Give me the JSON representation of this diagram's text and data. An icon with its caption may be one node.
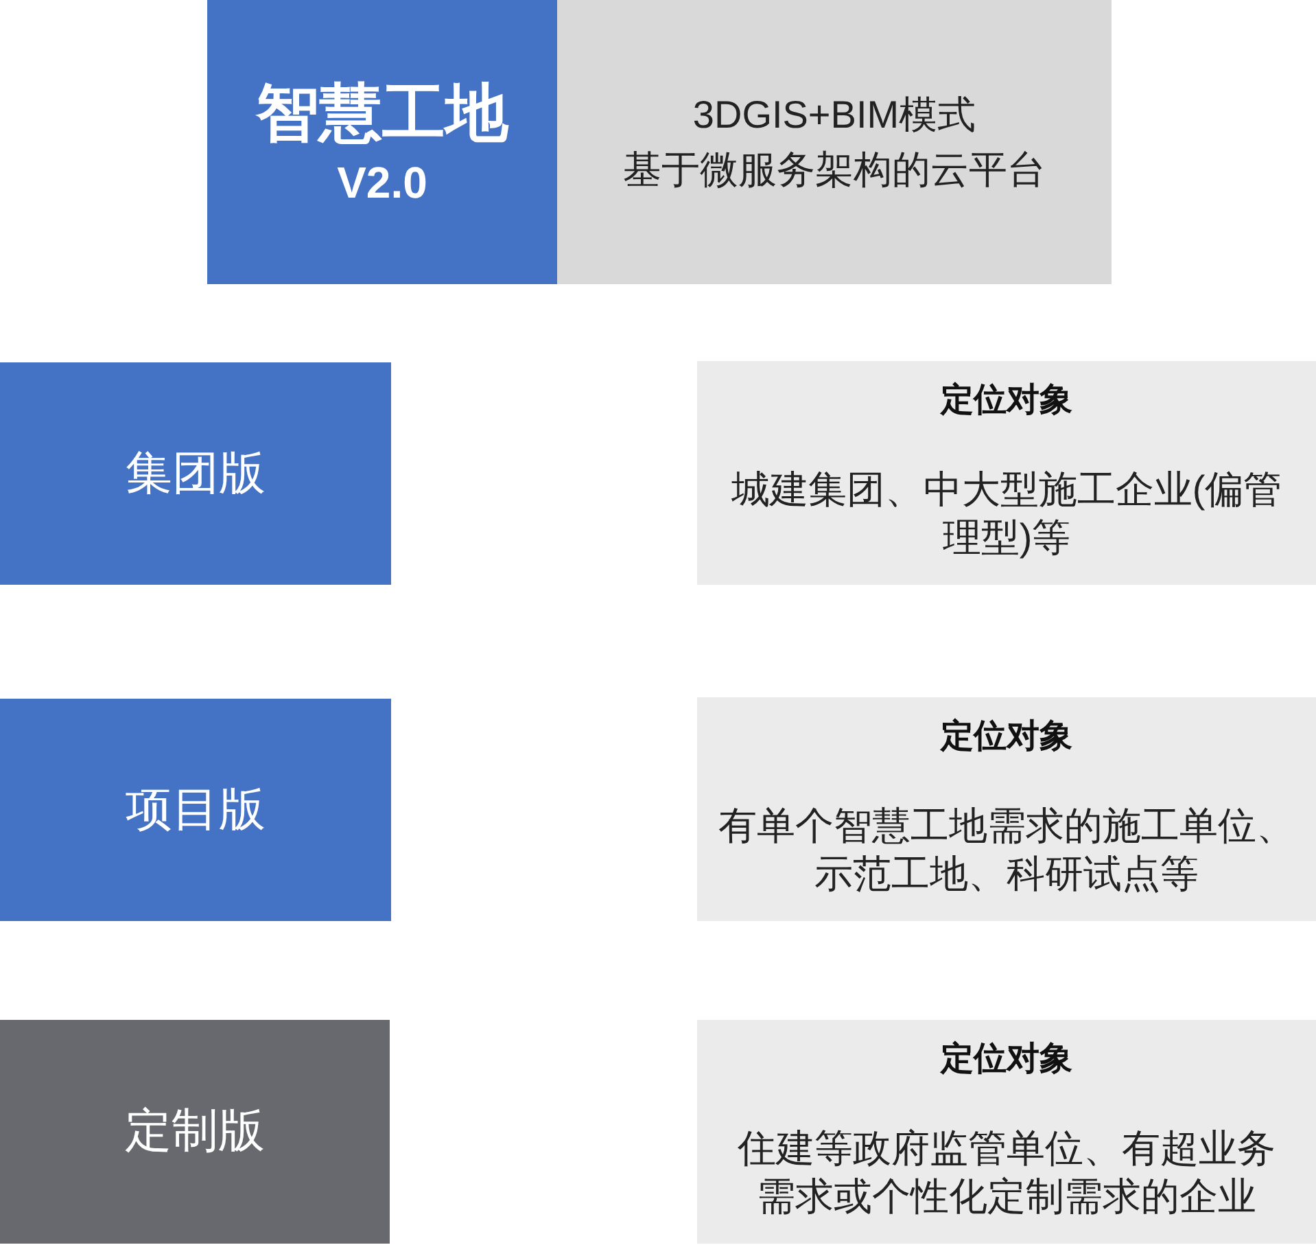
{
  "diagram": {
    "nodes": [
      {
        "text": [
          "智慧工地",
          "V2.0"
        ]
      },
      {
        "text": [
          "3DGIS+BIM模式",
          "基于微服务架构的云平台"
        ]
      },
      {
        "text": [
          "集团版"
        ]
      },
      {
        "text": [
          "定位对象",
          "城建集团、中大型施工企业(偏管理型)等"
        ]
      },
      {
        "text": [
          "项目版"
        ]
      },
      {
        "text": [
          "定位对象",
          "有单个智慧工地需求的施工单位、示范工地、科研试点等"
        ]
      },
      {
        "text": [
          "定制版"
        ]
      },
      {
        "text": [
          "定位对象",
          "住建等政府监管单位、有超业务需求或个性化定制需求的企业"
        ]
      }
    ],
    "edges": []
  }
}
